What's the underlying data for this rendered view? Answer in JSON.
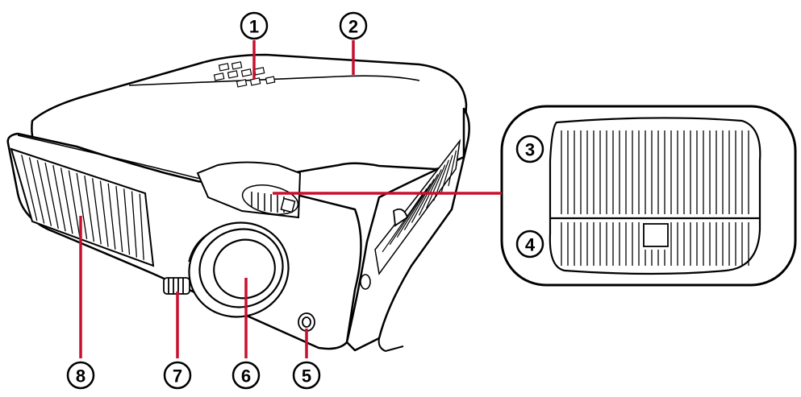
{
  "callouts": [
    {
      "id": "1",
      "label": "1"
    },
    {
      "id": "2",
      "label": "2"
    },
    {
      "id": "3",
      "label": "3"
    },
    {
      "id": "4",
      "label": "4"
    },
    {
      "id": "5",
      "label": "5"
    },
    {
      "id": "6",
      "label": "6"
    },
    {
      "id": "7",
      "label": "7"
    },
    {
      "id": "8",
      "label": "8"
    }
  ],
  "colors": {
    "leader_line": "#c8102e",
    "outline": "#000000",
    "background": "#ffffff"
  }
}
